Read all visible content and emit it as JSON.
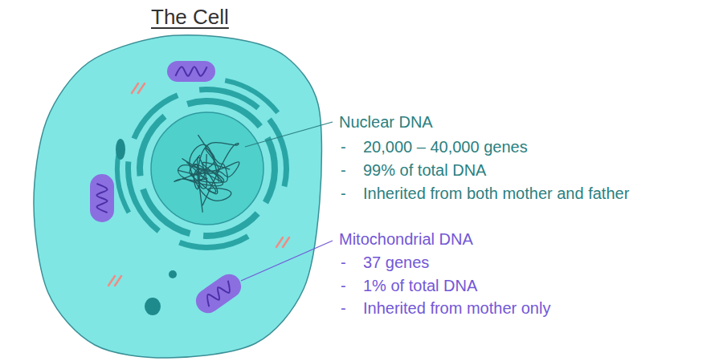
{
  "diagram": {
    "title": "The Cell",
    "labels": [
      "Nuclear DNA",
      "-",
      "20,000 – 40,000 genes",
      "-",
      "99% of total DNA",
      "-",
      "Inherited from both mother and father",
      "Mitochondrial DNA",
      "-",
      "37 genes",
      "-",
      "1% of total DNA",
      "-",
      "Inherited from mother only"
    ]
  }
}
